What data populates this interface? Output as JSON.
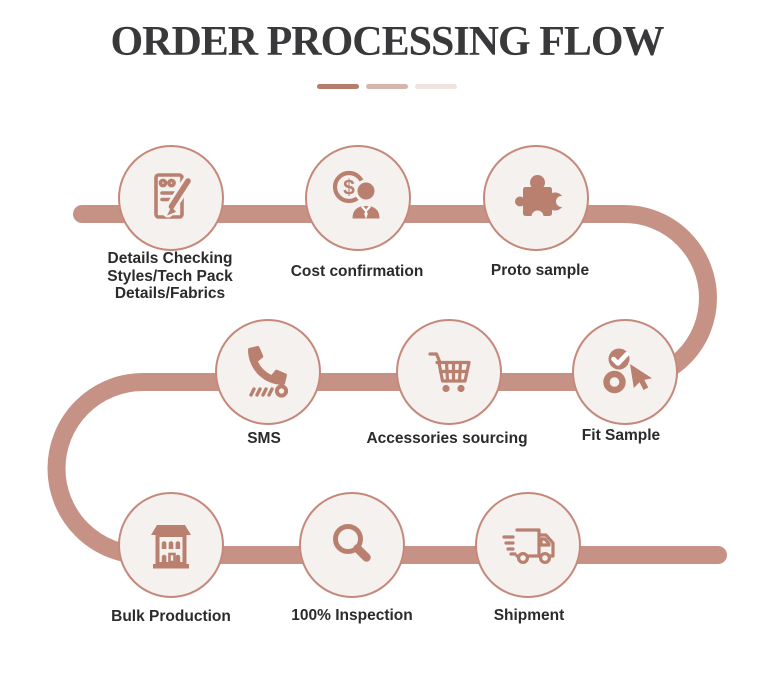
{
  "title": "ORDER PROCESSING FLOW",
  "divider": {
    "segment_colors": [
      "#b67c6c",
      "#d6b5ad",
      "#f0e3df"
    ]
  },
  "colors": {
    "flow_path": "#c79286",
    "circle_fill": "#f4f1ee",
    "circle_border": "#c5897b",
    "icon": "#b98070",
    "title_text": "#39393b",
    "label_text": "#2b2b2b"
  },
  "currency_symbol": "$",
  "steps": [
    {
      "icon": "document-pen-icon",
      "lines": [
        "Details Checking",
        "Styles/Tech Pack",
        "Details/Fabrics"
      ]
    },
    {
      "icon": "cost-confirmation-icon",
      "label": "Cost confirmation"
    },
    {
      "icon": "puzzle-icon",
      "label": "Proto sample"
    },
    {
      "icon": "phone-icon",
      "label": "SMS"
    },
    {
      "icon": "shopping-cart-icon",
      "label": "Accessories sourcing"
    },
    {
      "icon": "check-cursor-icon",
      "label": "Fit Sample"
    },
    {
      "icon": "factory-building-icon",
      "label": "Bulk Production"
    },
    {
      "icon": "magnifier-icon",
      "label": "100% Inspection"
    },
    {
      "icon": "delivery-truck-icon",
      "label": "Shipment"
    }
  ]
}
